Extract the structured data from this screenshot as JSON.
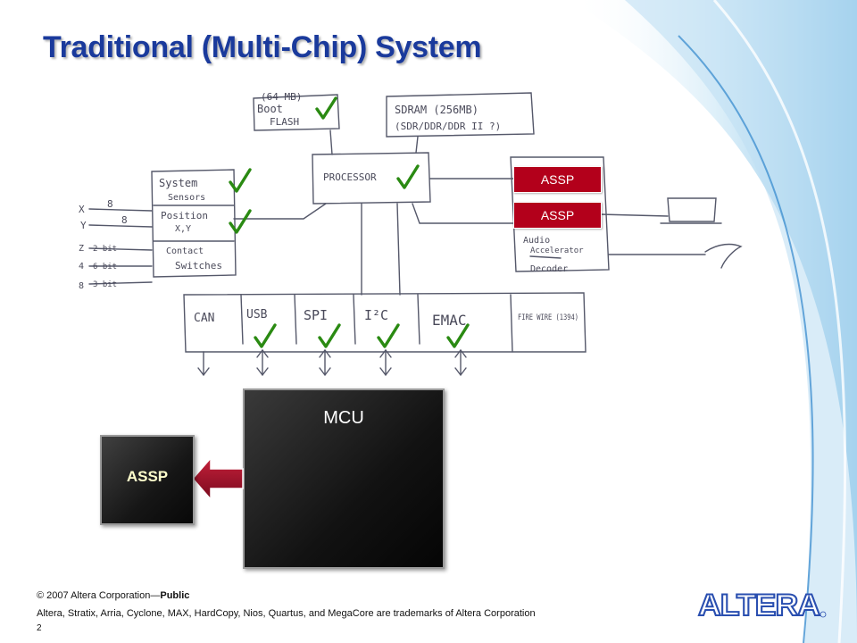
{
  "title": "Traditional (Multi-Chip) System",
  "sketch": {
    "flash_size": "(64 MB)",
    "flash_line1": "Boot",
    "flash_line2": "FLASH",
    "sdram_line1": "SDRAM (256MB)",
    "sdram_line2": "(SDR/DDR/DDR II ?)",
    "processor": "PROCESSOR",
    "system_sensors_line1": "System",
    "system_sensors_line2": "Sensors",
    "position_line1": "Position",
    "position_line2": "X,Y",
    "contact_line1": "Contact",
    "contact_line2": "Switches",
    "input_x": "X",
    "input_y": "Y",
    "input_8a": "8",
    "input_8b": "8",
    "input_z": "Z",
    "input_4": "4",
    "input_8c": "8",
    "bits_z": "2 bit",
    "bits_4": "6 bit",
    "bits_8": "3 bit",
    "audio_line1": "Audio",
    "audio_line2": "Accelerator",
    "audio_line3": "Decoder",
    "bus_labels": [
      "CAN",
      "USB",
      "SPI",
      "I²C",
      "EMAC",
      "FIRE WIRE (1394)"
    ]
  },
  "assp_boxes": [
    "ASSP",
    "ASSP"
  ],
  "mcu_label": "MCU",
  "assp_chip_label": "ASSP",
  "footer": {
    "copyright": "© 2007 Altera Corporation—",
    "public": "Public",
    "trademarks": "Altera, Stratix, Arria, Cyclone, MAX, HardCopy, Nios, Quartus, and MegaCore are trademarks of Altera Corporation",
    "page_number": "2"
  },
  "logo_text": "ALTERA",
  "colors": {
    "title": "#1a3a9c",
    "assp_red": "#b3001b",
    "check": "#2a8a12",
    "arrow": "#a0102a",
    "logo": "#2a4fb0"
  }
}
